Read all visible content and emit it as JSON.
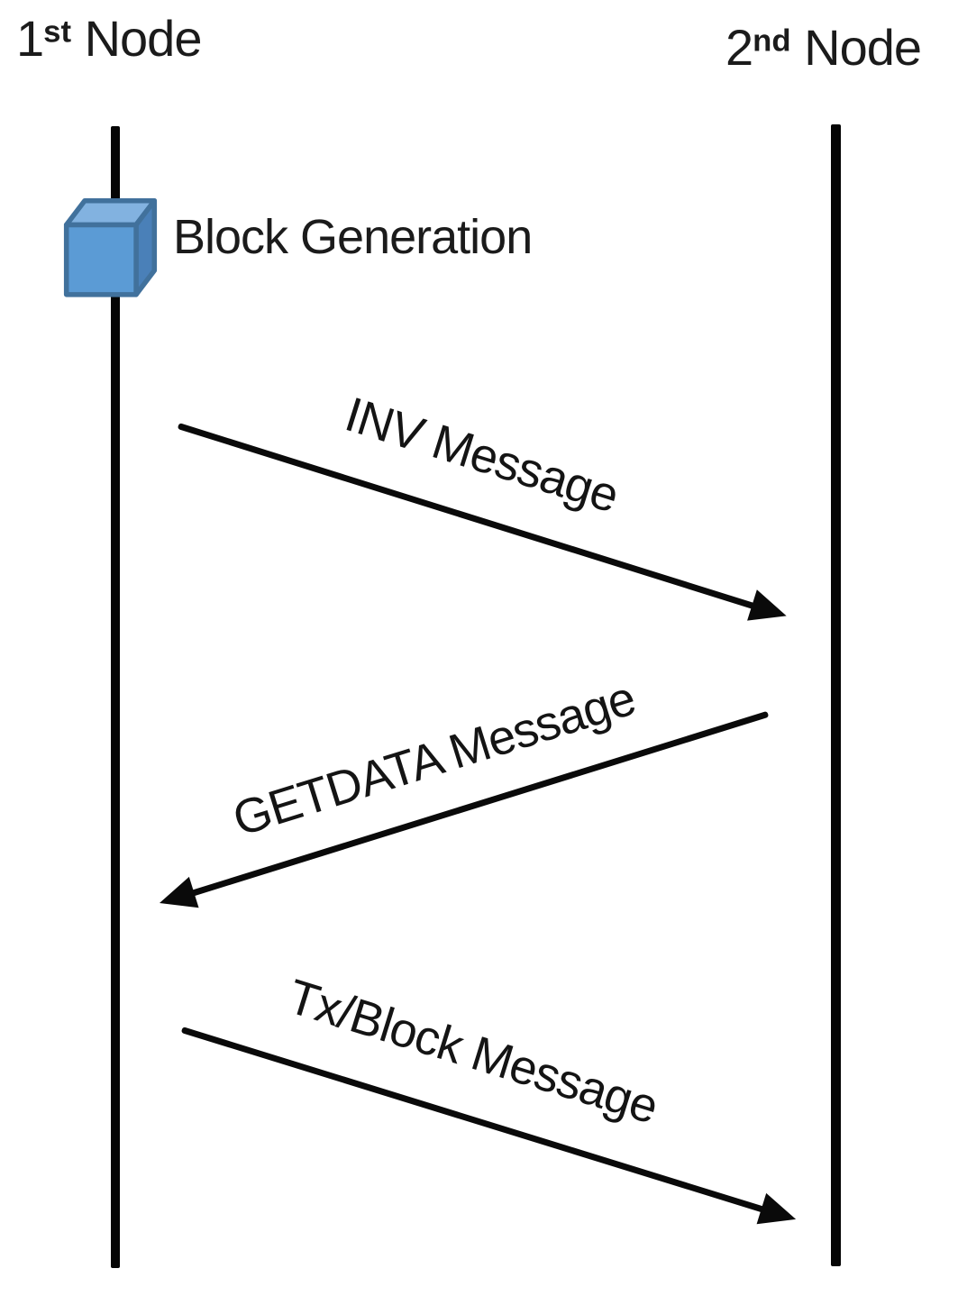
{
  "diagram": {
    "kind": "sequence-diagram",
    "nodes": [
      {
        "number": "1",
        "ordinal": "st",
        "word": " Node"
      },
      {
        "number": "2",
        "ordinal": "nd",
        "word": " Node"
      }
    ],
    "block_event": {
      "label": "Block Generation"
    },
    "messages": [
      {
        "label": "INV Message",
        "direction": "right",
        "from_node": "1st Node",
        "to_node": "2nd Node"
      },
      {
        "label": "GETDATA Message",
        "direction": "left",
        "from_node": "2nd Node",
        "to_node": "1st Node"
      },
      {
        "label": "Tx/Block Message",
        "direction": "right",
        "from_node": "1st Node",
        "to_node": "2nd Node"
      }
    ],
    "colors": {
      "line": "#0a0a0a",
      "text": "#161616",
      "cube_front": "#5b9bd5",
      "cube_top": "#82b2e0",
      "cube_side": "#4a80b8",
      "cube_border": "#41719c"
    }
  }
}
